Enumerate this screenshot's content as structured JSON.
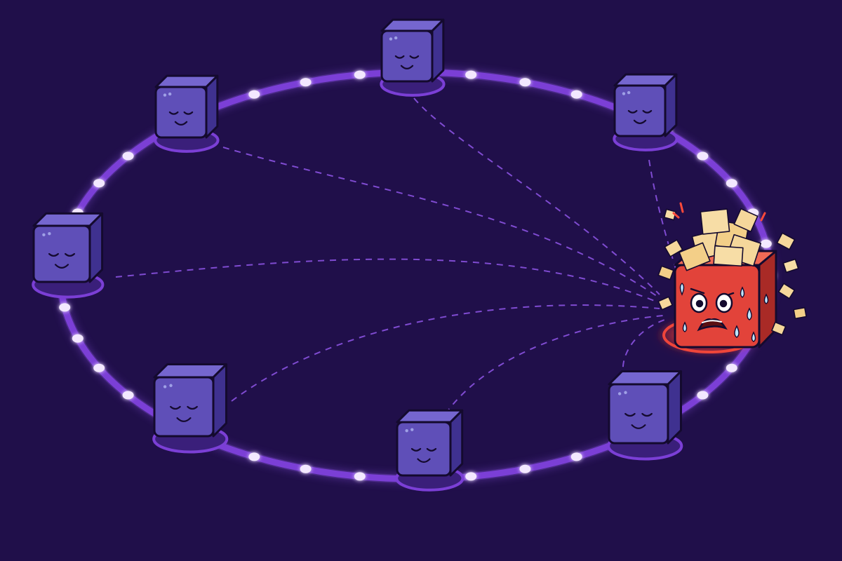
{
  "scene": {
    "kind": "hash-ring-hotspot",
    "colors": {
      "background": "#200f4a",
      "ring": "#7b3fd6",
      "ring_glow": "#9c5cff",
      "ring_dot": "#f3e8ff",
      "connection": "#8a52e0",
      "node_face": "#5f4fb8",
      "node_top": "#7566cf",
      "node_side": "#3f3190",
      "node_outline": "#140a2e",
      "hot_face": "#e2433a",
      "hot_top": "#f06a55",
      "hot_side": "#a92a26",
      "hot_glow": "#ff3b2f",
      "paper": "#f5d79b",
      "sweat": "#bfe6ff"
    },
    "nodes": [
      {
        "id": "node-top",
        "mood": "calm"
      },
      {
        "id": "node-top-left",
        "mood": "calm"
      },
      {
        "id": "node-top-right",
        "mood": "calm"
      },
      {
        "id": "node-left",
        "mood": "calm"
      },
      {
        "id": "node-bottom-left",
        "mood": "calm"
      },
      {
        "id": "node-bottom",
        "mood": "calm"
      },
      {
        "id": "node-bottom-right",
        "mood": "calm"
      }
    ],
    "hot_node": {
      "id": "node-hotspot",
      "mood": "stressed",
      "overloaded": true
    }
  }
}
